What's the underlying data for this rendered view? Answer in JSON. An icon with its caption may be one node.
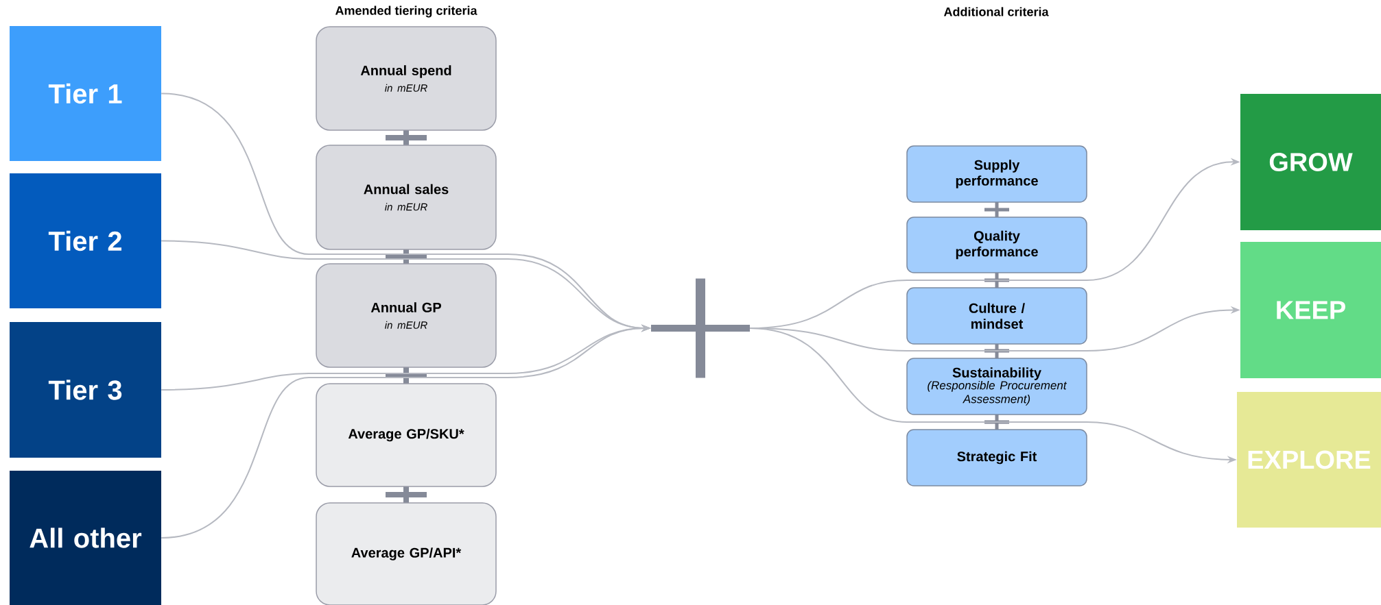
{
  "diagram": {
    "nodes": [
      {
        "text": [
          "Tier 1"
        ]
      },
      {
        "text": [
          "Tier 2"
        ]
      },
      {
        "text": [
          "Tier 3"
        ]
      },
      {
        "text": [
          "All other"
        ]
      },
      {
        "text": [
          "Annual spend",
          "in mEUR"
        ]
      },
      {
        "text": [
          "Annual sales",
          "in mEUR"
        ]
      },
      {
        "text": [
          "Annual GP",
          "in mEUR"
        ]
      },
      {
        "text": [
          "Average GP/SKU*"
        ]
      },
      {
        "text": [
          "Average GP/API*"
        ]
      },
      {
        "text": [],
        "shape": "plus"
      },
      {
        "text": [
          "Supply performance"
        ]
      },
      {
        "text": [
          "Quality performance"
        ]
      },
      {
        "text": [
          "Culture / mindset"
        ]
      },
      {
        "text": [
          "Sustainability",
          "(Responsible Procurement Assessment)"
        ]
      },
      {
        "text": [
          "Strategic Fit"
        ]
      },
      {
        "text": [
          "GROW"
        ]
      },
      {
        "text": [
          "KEEP"
        ]
      },
      {
        "text": [
          "EXPLORE"
        ]
      }
    ],
    "edges": [
      {
        "from": 0,
        "to": 9,
        "arrow": "to"
      },
      {
        "from": 1,
        "to": 9,
        "arrow": "to"
      },
      {
        "from": 2,
        "to": 9,
        "arrow": "to"
      },
      {
        "from": 3,
        "to": 9,
        "arrow": "to"
      },
      {
        "from": 9,
        "to": 15,
        "arrow": "to"
      },
      {
        "from": 9,
        "to": 16,
        "arrow": "to"
      },
      {
        "from": 9,
        "to": 17,
        "arrow": "to"
      }
    ],
    "labels": [
      "Amended tiering criteria",
      "Additional criteria"
    ]
  }
}
